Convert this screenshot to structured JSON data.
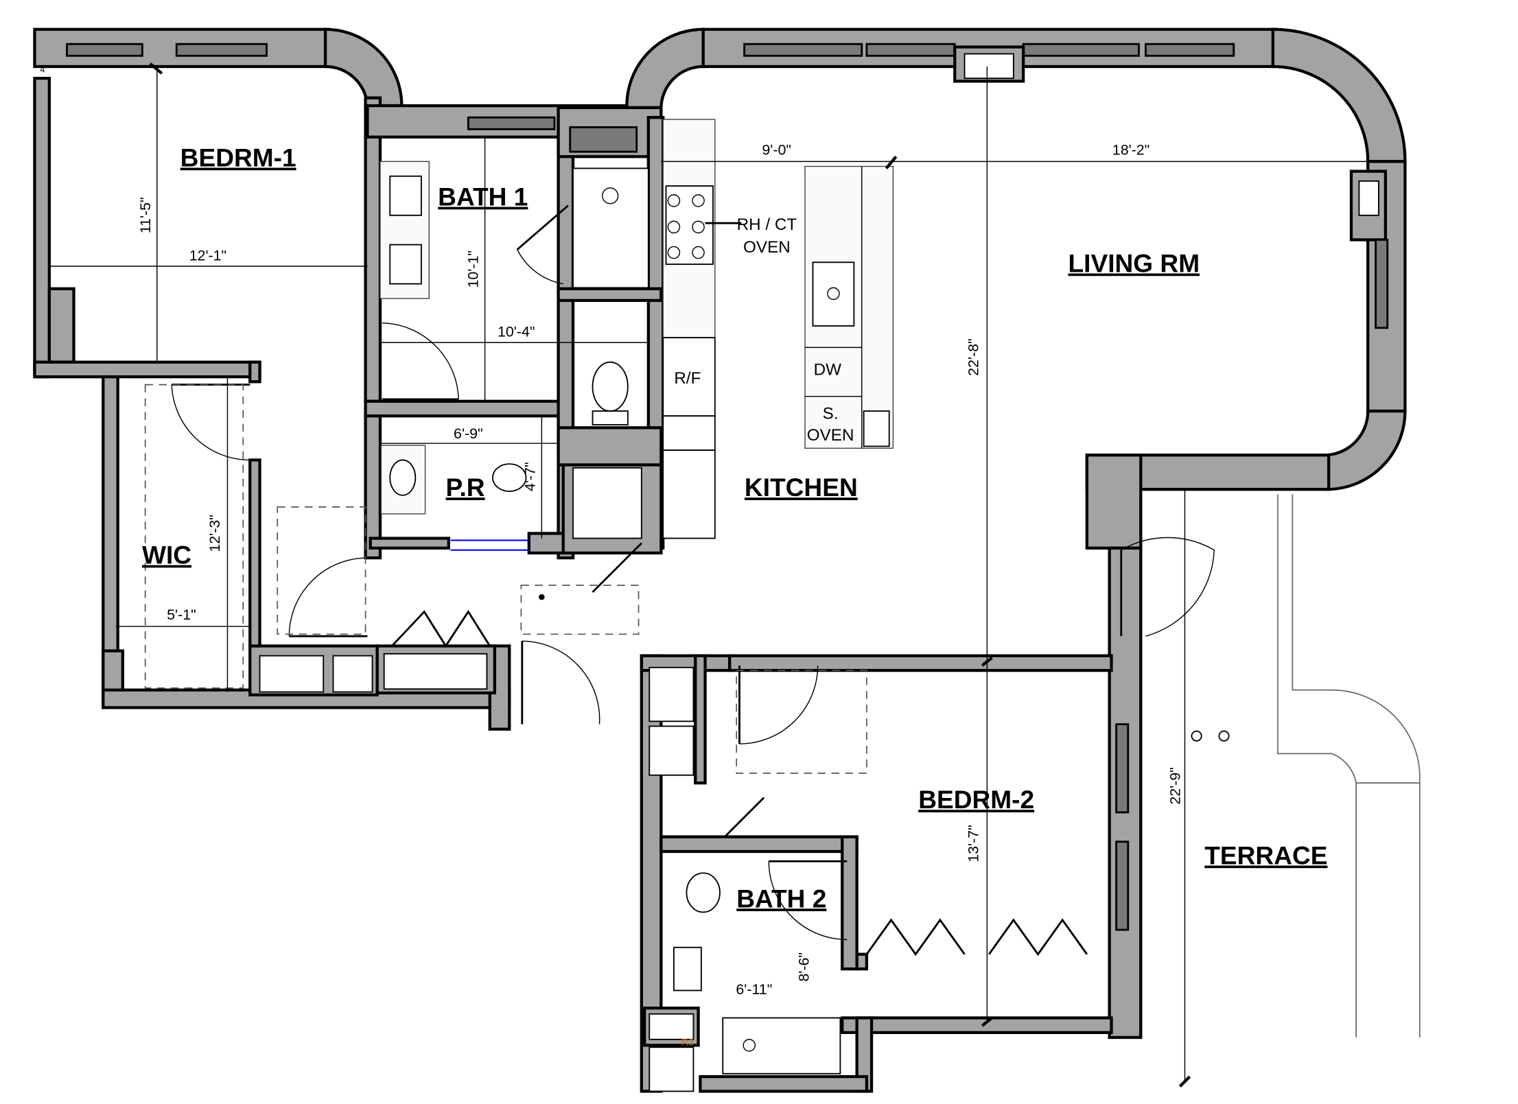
{
  "rooms": {
    "bedroom1": "BEDRM-1",
    "bath1": "BATH 1",
    "living": "LIVING RM",
    "kitchen": "KITCHEN",
    "powder_room": "P.R",
    "wic": "WIC",
    "bedroom2": "BEDRM-2",
    "bath2": "BATH 2",
    "terrace": "TERRACE"
  },
  "fixtures": {
    "range_line1": "RH / CT",
    "range_line2": "OVEN",
    "refrigerator": "R/F",
    "dishwasher": "DW",
    "steam_oven_line1": "S.",
    "steam_oven_line2": "OVEN",
    "tag_r3": "R3",
    "corner_tag": "4"
  },
  "dimensions": {
    "bedroom1_depth": "11'-5\"",
    "bedroom1_width": "12'-1\"",
    "bath1_depth": "10'-1\"",
    "bath1_width": "10'-4\"",
    "kitchen_width": "9'-0\"",
    "living_width": "18'-2\"",
    "living_depth": "22'-8\"",
    "pr_width": "6'-9\"",
    "pr_depth": "4'-7\"",
    "wic_depth": "12'-3\"",
    "wic_width": "5'-1\"",
    "bedroom2_depth": "13'-7\"",
    "terrace_depth": "22'-9\"",
    "bath2_depth": "8'-6\"",
    "bath2_width": "6'-11\""
  },
  "colors": {
    "wall": "#a3a3a3",
    "window": "#7a7a7a",
    "sliding_door_accent": "#0000ff"
  }
}
